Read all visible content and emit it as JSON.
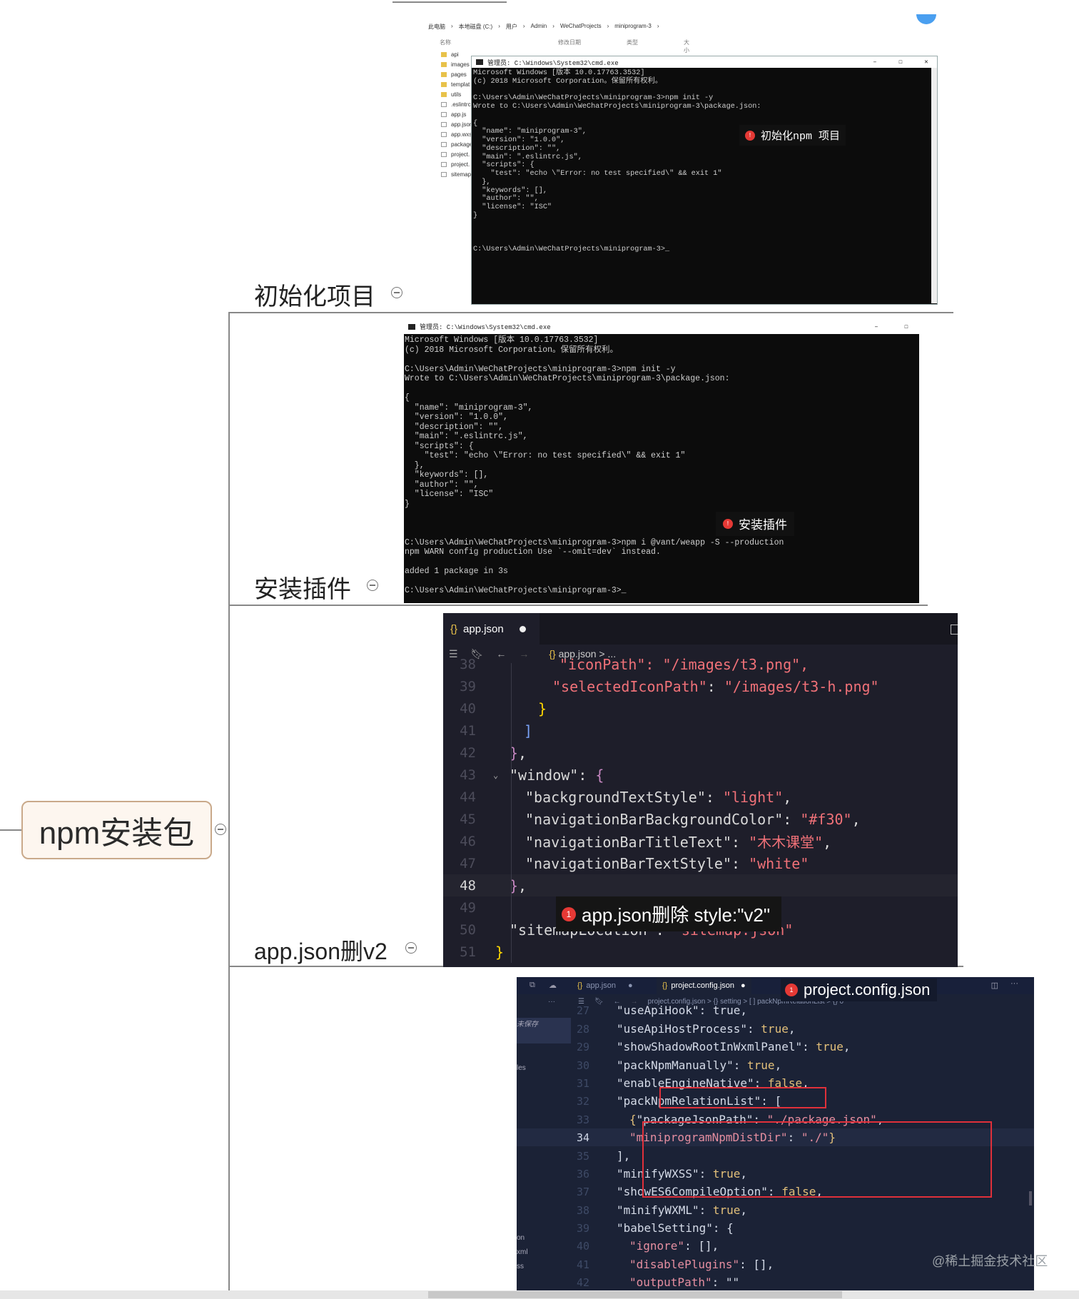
{
  "mindmap": {
    "root": "npm安装包",
    "topics": [
      "初始化项目",
      "安装插件",
      "app.json删v2"
    ]
  },
  "explorer": {
    "breadcrumb": [
      "此电脑",
      "本地磁盘 (C:)",
      "用户",
      "Admin",
      "WeChatProjects",
      "miniprogram-3"
    ],
    "columns": [
      "名称",
      "修改日期",
      "类型",
      "大小"
    ],
    "files": [
      "api",
      "images",
      "pages",
      "templat",
      "utils",
      ".eslintrc",
      "app.js",
      "app.json",
      "app.wxs",
      "package",
      "project.",
      "project.",
      "sitemap"
    ]
  },
  "cmd1": {
    "title": "管理员: C:\\Windows\\System32\\cmd.exe",
    "lines": [
      "Microsoft Windows [版本 10.0.17763.3532]",
      "(c) 2018 Microsoft Corporation。保留所有权利。",
      "",
      "C:\\Users\\Admin\\WeChatProjects\\miniprogram-3>npm init -y",
      "Wrote to C:\\Users\\Admin\\WeChatProjects\\miniprogram-3\\package.json:",
      "",
      "{",
      "  \"name\": \"miniprogram-3\",",
      "  \"version\": \"1.0.0\",",
      "  \"description\": \"\",",
      "  \"main\": \".eslintrc.js\",",
      "  \"scripts\": {",
      "    \"test\": \"echo \\\"Error: no test specified\\\" && exit 1\"",
      "  },",
      "  \"keywords\": [],",
      "  \"author\": \"\",",
      "  \"license\": \"ISC\"",
      "}",
      "",
      "",
      "",
      "C:\\Users\\Admin\\WeChatProjects\\miniprogram-3>_"
    ],
    "callout": "初始化npm 项目",
    "callout_badge": "!"
  },
  "cmd2": {
    "title": "管理员: C:\\Windows\\System32\\cmd.exe",
    "lines": [
      "Microsoft Windows [版本 10.0.17763.3532]",
      "(c) 2018 Microsoft Corporation。保留所有权利。",
      "",
      "C:\\Users\\Admin\\WeChatProjects\\miniprogram-3>npm init -y",
      "Wrote to C:\\Users\\Admin\\WeChatProjects\\miniprogram-3\\package.json:",
      "",
      "{",
      "  \"name\": \"miniprogram-3\",",
      "  \"version\": \"1.0.0\",",
      "  \"description\": \"\",",
      "  \"main\": \".eslintrc.js\",",
      "  \"scripts\": {",
      "    \"test\": \"echo \\\"Error: no test specified\\\" && exit 1\"",
      "  },",
      "  \"keywords\": [],",
      "  \"author\": \"\",",
      "  \"license\": \"ISC\"",
      "}",
      "",
      "",
      "",
      "C:\\Users\\Admin\\WeChatProjects\\miniprogram-3>npm i @vant/weapp -S --production",
      "npm WARN config production Use `--omit=dev` instead.",
      "",
      "added 1 package in 3s",
      "",
      "C:\\Users\\Admin\\WeChatProjects\\miniprogram-3>_"
    ],
    "callout": "安装插件",
    "callout_badge": "!"
  },
  "editor1": {
    "tab": "app.json",
    "tab_icon": "{}",
    "breadcrumb": "app.json > ...",
    "line_numbers": [
      "38",
      "39",
      "40",
      "41",
      "42",
      "43",
      "44",
      "45",
      "46",
      "47",
      "48",
      "49",
      "50",
      "51"
    ],
    "callout": "app.json删除 style:\"v2\"",
    "callout_badge": "1"
  },
  "editor2": {
    "tabs": [
      "app.json",
      "project.config.json"
    ],
    "breadcrumb": "project.config.json > {} setting > [ ] packNpmRelationList > {} 0",
    "side_labels": [
      "未保存",
      "les",
      "on",
      "xml",
      "ss"
    ],
    "line_numbers": [
      "27",
      "28",
      "29",
      "30",
      "31",
      "32",
      "33",
      "34",
      "35",
      "36",
      "37",
      "38",
      "39",
      "40",
      "41",
      "42"
    ],
    "callout": "project.config.json",
    "callout_badge": "1"
  },
  "watermark": "@稀土掘金技术社区",
  "colors": {
    "accent_red": "#e53935",
    "editor_bg": "#1e1e2a",
    "editor2_bg": "#1b2236",
    "highlight_box": "#e0303a"
  }
}
